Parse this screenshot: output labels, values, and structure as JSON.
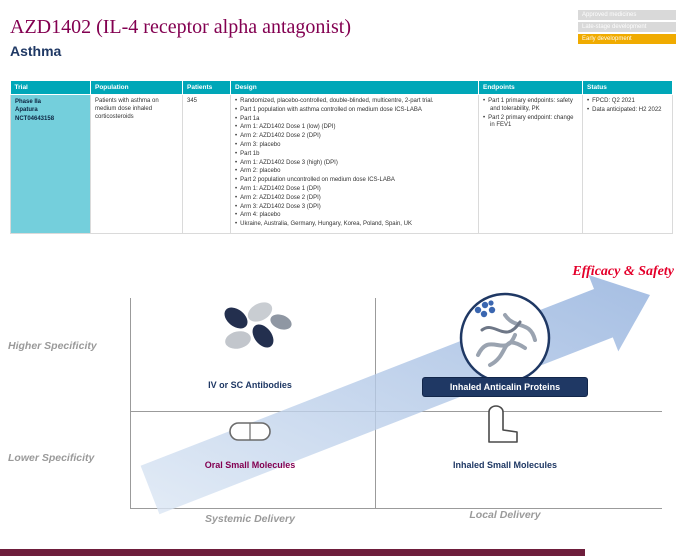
{
  "header": {
    "title": "AZD1402 (IL-4 receptor alpha antagonist)",
    "subtitle": "Asthma"
  },
  "legend": {
    "items": [
      {
        "label": "Approved medicines",
        "active": false
      },
      {
        "label": "Late-stage development",
        "active": false
      },
      {
        "label": "Early development",
        "active": true
      }
    ],
    "active_color": "#F0AB00",
    "inactive_color": "#D9D9D9"
  },
  "table": {
    "headers": [
      "Trial",
      "Population",
      "Patients",
      "Design",
      "Endpoints",
      "Status"
    ],
    "row": {
      "trial_lines": [
        "Phase IIa",
        "Apatura",
        "NCT04643158"
      ],
      "population": "Patients with asthma on medium dose inhaled corticosteroids",
      "patients": "345",
      "design": [
        "Randomized, placebo-controlled, double-blinded, multicentre, 2-part trial.",
        "Part 1 population with asthma controlled on medium dose ICS-LABA",
        "Part 1a",
        "Arm 1: AZD1402 Dose 1 (low) (DPI)",
        "Arm 2: AZD1402 Dose 2 (DPI)",
        "Arm 3: placebo",
        "Part 1b",
        "Arm 1: AZD1402 Dose 3 (high) (DPI)",
        "Arm 2: placebo",
        "Part 2 population uncontrolled on medium dose ICS-LABA",
        "Arm 1: AZD1402 Dose 1 (DPI)",
        "Arm 2: AZD1402 Dose 2 (DPI)",
        "Arm 3: AZD1402 Dose 3 (DPI)",
        "Arm 4: placebo",
        "Ukraine, Australia, Germany, Hungary, Korea, Poland, Spain, UK"
      ],
      "endpoints": [
        "Part 1 primary endpoints: safety and tolerability, PK",
        "Part 2 primary endpoint: change in FEV1"
      ],
      "status": [
        "FPCD: Q2 2021",
        "Data anticipated: H2 2022"
      ]
    }
  },
  "diagram": {
    "headline": "Efficacy & Safety",
    "axis": {
      "y_top": "Higher Specificity",
      "y_bottom": "Lower Specificity",
      "x_left": "Systemic Delivery",
      "x_right": "Local Delivery"
    },
    "items": {
      "top_left": "IV or SC Antibodies",
      "top_right": "Inhaled Anticalin Proteins",
      "bottom_left": "Oral Small Molecules",
      "bottom_right": "Inhaled Small Molecules"
    },
    "colors": {
      "navy": "#1F3864",
      "mulberry": "#830051",
      "headline_red": "#E4002B",
      "arrow_start": "#DCE7F4",
      "arrow_end": "#8FAEDC"
    }
  },
  "footer": {
    "bar_color": "#6E1E3C"
  }
}
